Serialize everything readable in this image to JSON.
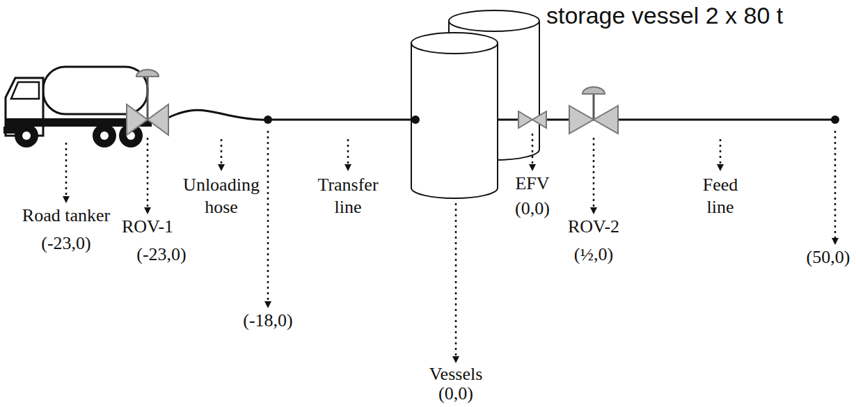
{
  "diagram": {
    "labels": [
      "storage vessel 2 x 80 t",
      "Road tanker",
      "(-23,0)",
      "ROV-1",
      "(-23,0)",
      "Unloading hose",
      "(-18,0)",
      "Transfer line",
      "Vessels",
      "(0,0)",
      "EFV",
      "(0,0)",
      "ROV-2",
      "(½,0)",
      "Feed line",
      "(50,0)"
    ]
  }
}
